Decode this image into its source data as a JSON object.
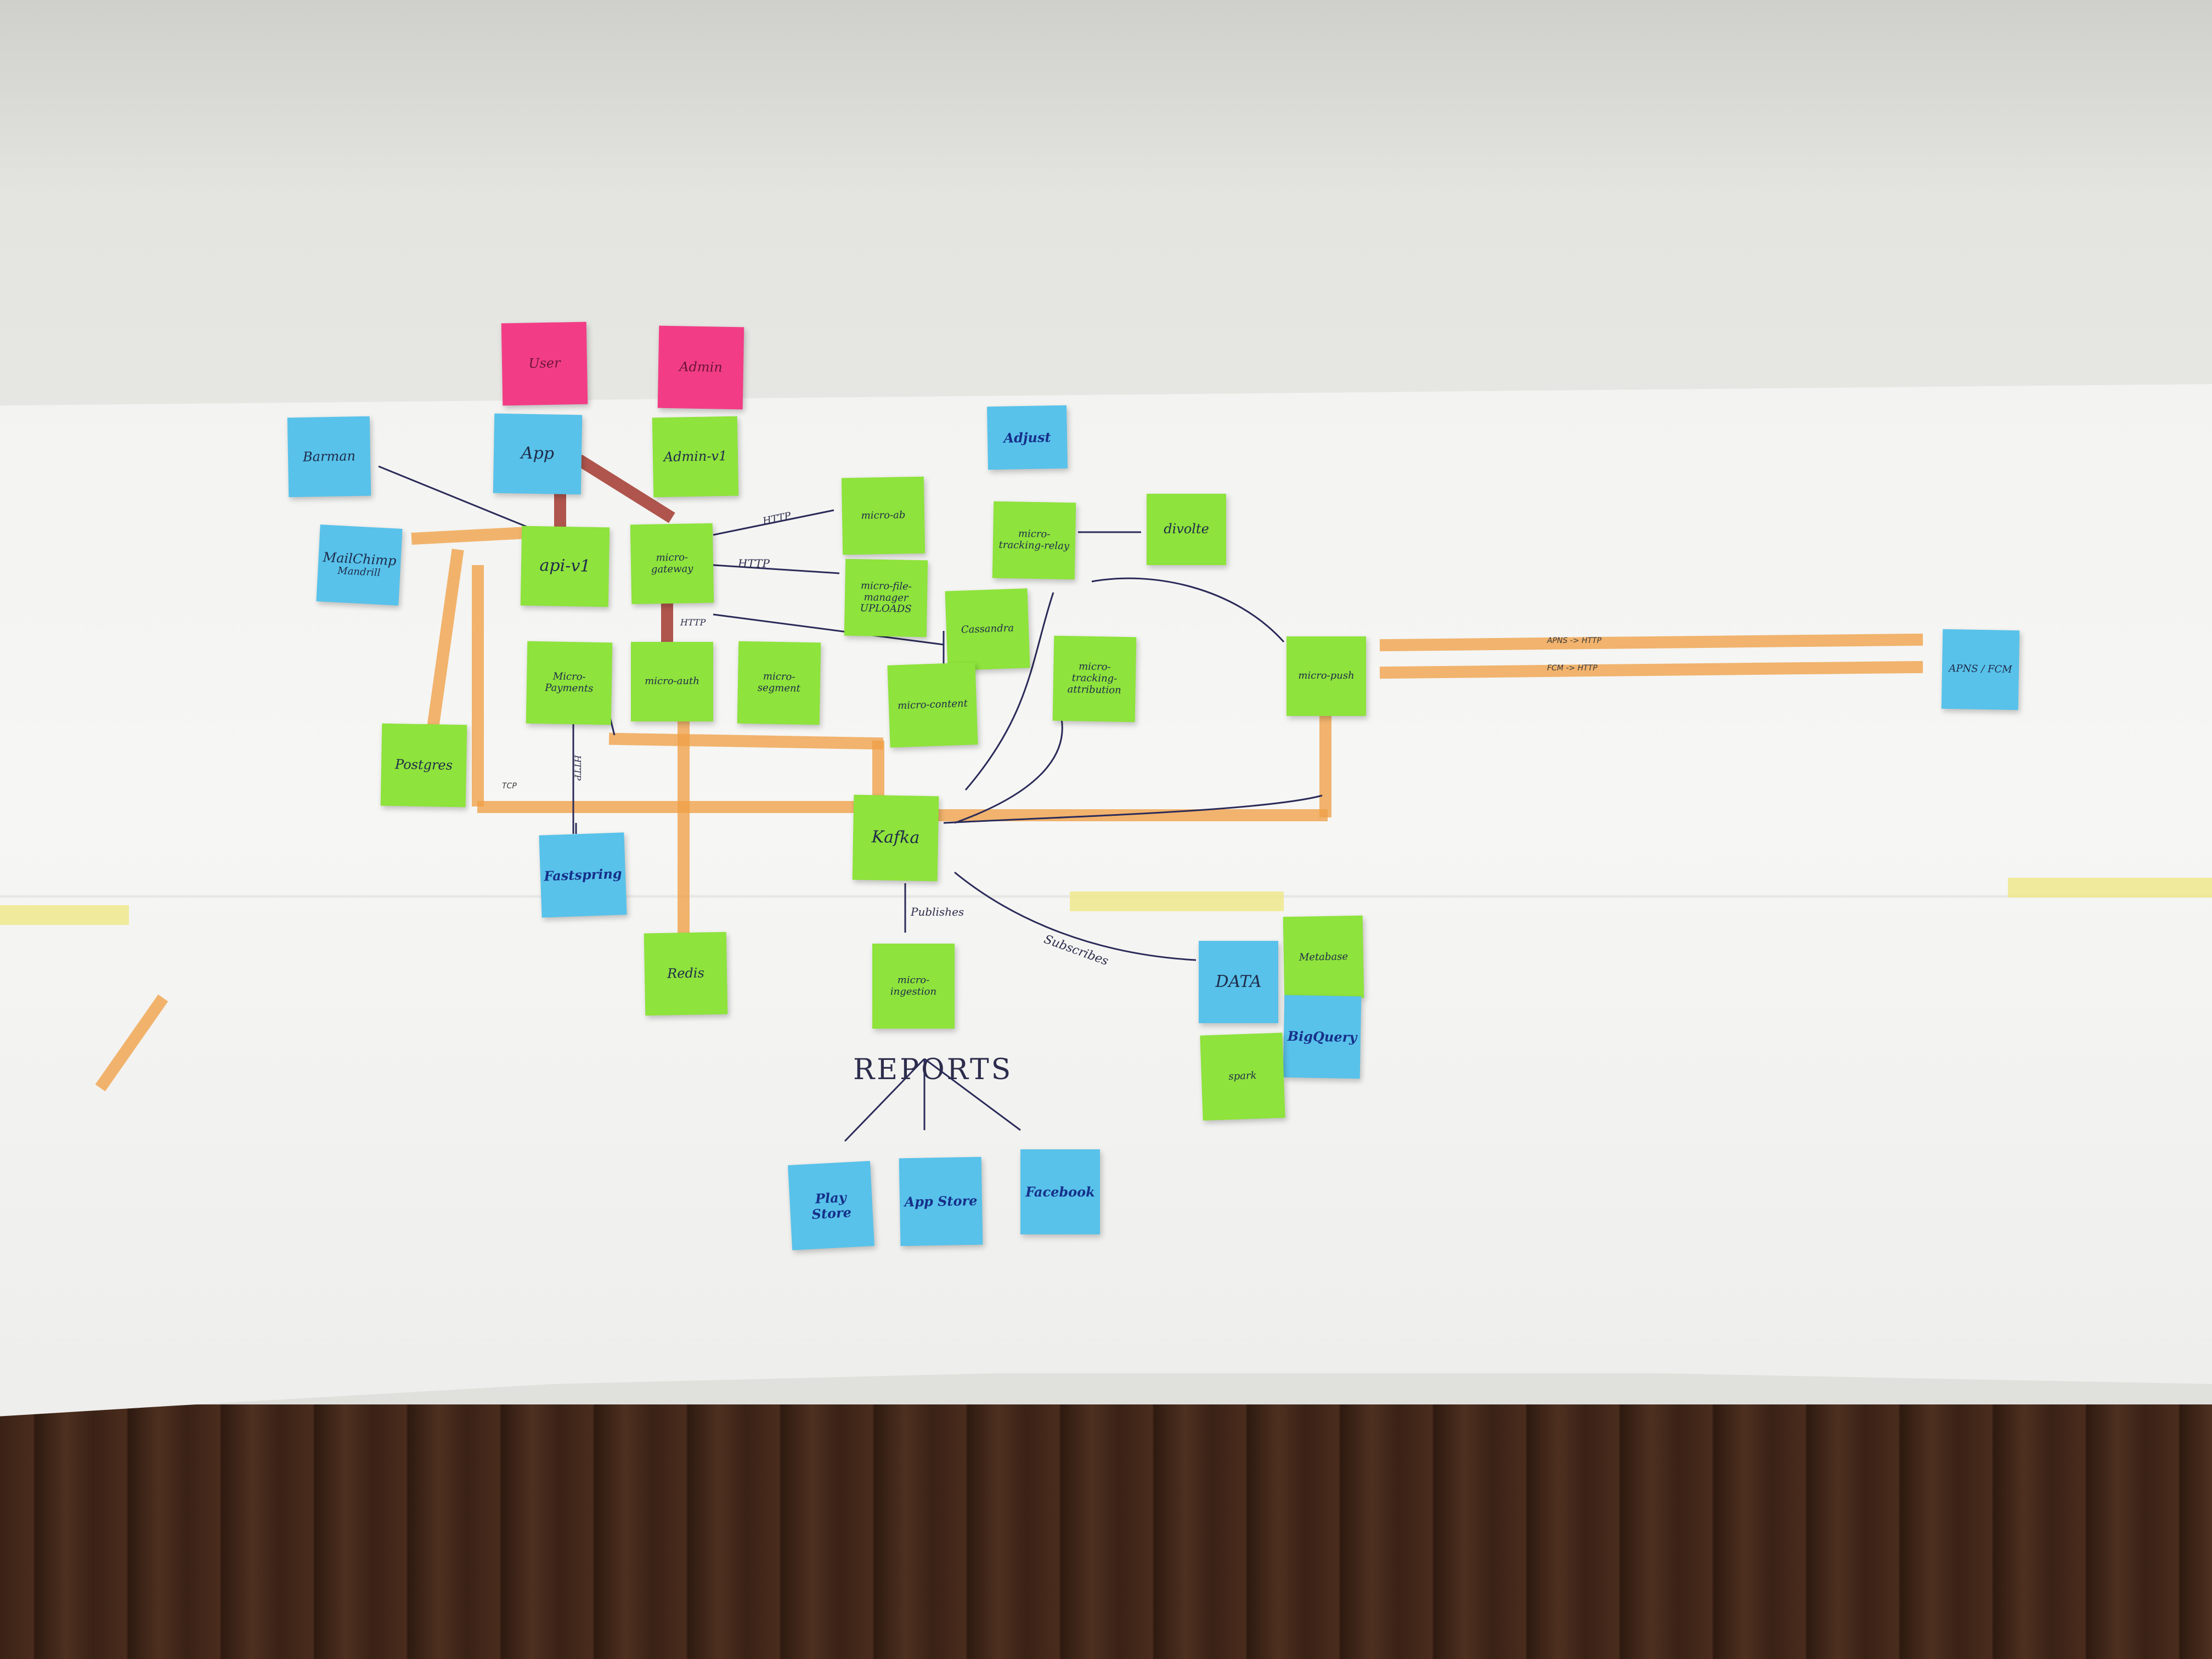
{
  "notes": {
    "user": "User",
    "admin": "Admin",
    "app": "App",
    "admin_v1": "Admin-v1",
    "barman": "Barman",
    "mailchimp": "MailChimp",
    "mailchimp_sub": "Mandrill",
    "api_v1": "api-v1",
    "micro_gateway": "micro-gateway",
    "micro_payments": "Micro-\nPayments",
    "micro_auth": "micro-auth",
    "micro_segment": "micro-segment",
    "micro_ab": "micro-ab",
    "micro_file_manager": "micro-file-manager\nUPLOADS",
    "cassandra": "Cassandra",
    "micro_content": "micro-content",
    "micro_tracking_relay": "micro-tracking-relay",
    "micro_tracking_attribution": "micro-tracking-attribution",
    "divolte": "divolte",
    "adjust": "Adjust",
    "micro_push": "micro-push",
    "apns_fcm": "APNS / FCM",
    "postgres": "Postgres",
    "fastspring": "Fastspring",
    "kafka": "Kafka",
    "redis": "Redis",
    "micro_ingestion": "micro-ingestion",
    "data": "DATA",
    "metabase": "Metabase",
    "bigquery": "BigQuery",
    "spark": "spark",
    "play_store": "Play Store",
    "app_store": "App Store",
    "facebook": "Facebook"
  },
  "annotations": {
    "http_1": "HTTP",
    "http_2": "HTTP",
    "http_3": "HTTP",
    "http_4": "HTTP",
    "publishes": "Publishes",
    "subscribes": "Subscribes",
    "reports": "REPORTS",
    "apns_http": "APNS -> HTTP",
    "fcm_http": "FCM -> HTTP",
    "tcp": "TCP"
  }
}
